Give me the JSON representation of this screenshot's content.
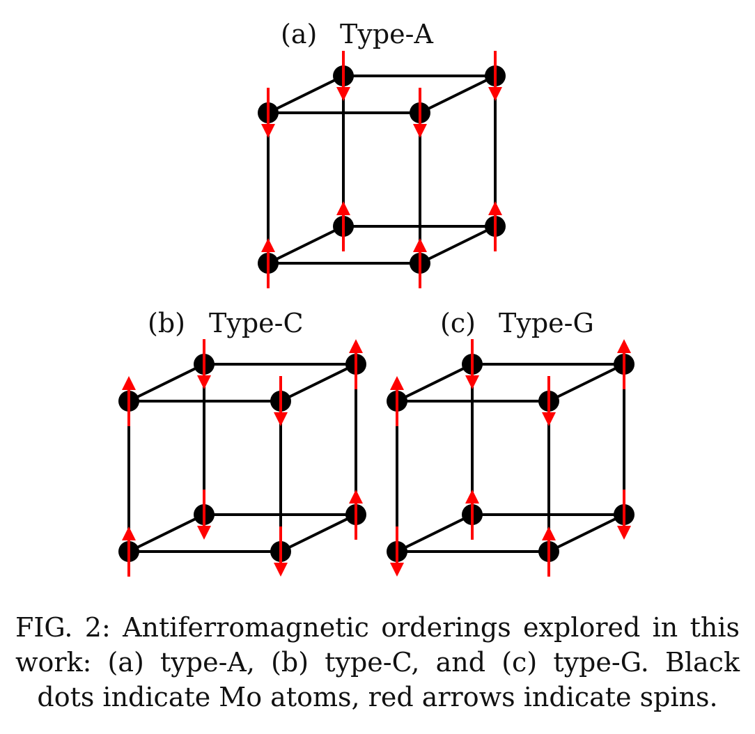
{
  "figure": {
    "panels": [
      {
        "id": "a",
        "label": "(a)",
        "title": "Type-A",
        "spins": {
          "bfl": "up",
          "bfr": "up",
          "bbl": "up",
          "bbr": "up",
          "tfl": "down",
          "tfr": "down",
          "tbl": "down",
          "tbr": "down"
        }
      },
      {
        "id": "b",
        "label": "(b)",
        "title": "Type-C",
        "spins": {
          "bfl": "up",
          "bfr": "down",
          "bbl": "down",
          "bbr": "up",
          "tfl": "up",
          "tfr": "down",
          "tbl": "down",
          "tbr": "up"
        }
      },
      {
        "id": "c",
        "label": "(c)",
        "title": "Type-G",
        "spins": {
          "bfl": "down",
          "bfr": "up",
          "bbl": "up",
          "bbr": "down",
          "tfl": "up",
          "tfr": "down",
          "tbl": "down",
          "tbr": "up"
        }
      }
    ],
    "colors": {
      "atom": "#000000",
      "bond": "#000000",
      "spin": "#ff0000"
    }
  },
  "caption": "FIG. 2: Antiferromagnetic orderings explored in this work: (a) type-A, (b) type-C, and (c) type-G. Black dots indicate Mo atoms, red arrows indicate spins."
}
